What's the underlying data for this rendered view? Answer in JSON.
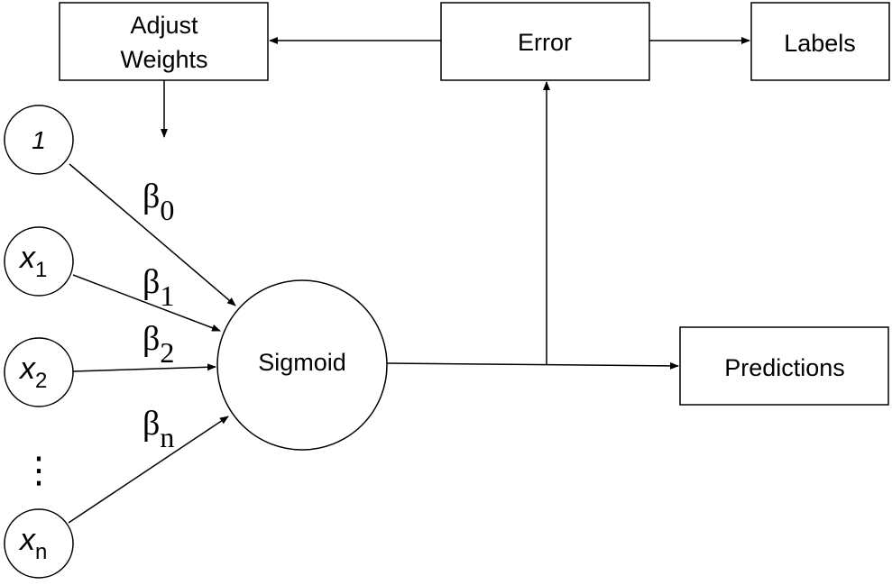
{
  "diagram": {
    "colors": {
      "stroke": "#000000",
      "fill": "#ffffff",
      "text": "#000000"
    },
    "boxes": {
      "adjust_weights": {
        "line1": "Adjust",
        "line2": "Weights"
      },
      "error": {
        "label": "Error"
      },
      "labels": {
        "label": "Labels"
      },
      "predictions": {
        "label": "Predictions"
      }
    },
    "inputs": {
      "bias": {
        "label": "1"
      },
      "x1": {
        "symbol": "x",
        "sub": "1"
      },
      "x2": {
        "symbol": "x",
        "sub": "2"
      },
      "xn": {
        "symbol": "x",
        "sub": "n"
      },
      "ellipsis": "⋮"
    },
    "sigmoid": {
      "label": "Sigmoid"
    },
    "weights": {
      "b0": {
        "symbol": "β",
        "sub": "0"
      },
      "b1": {
        "symbol": "β",
        "sub": "1"
      },
      "b2": {
        "symbol": "β",
        "sub": "2"
      },
      "bn": {
        "symbol": "β",
        "sub": "n"
      }
    }
  }
}
